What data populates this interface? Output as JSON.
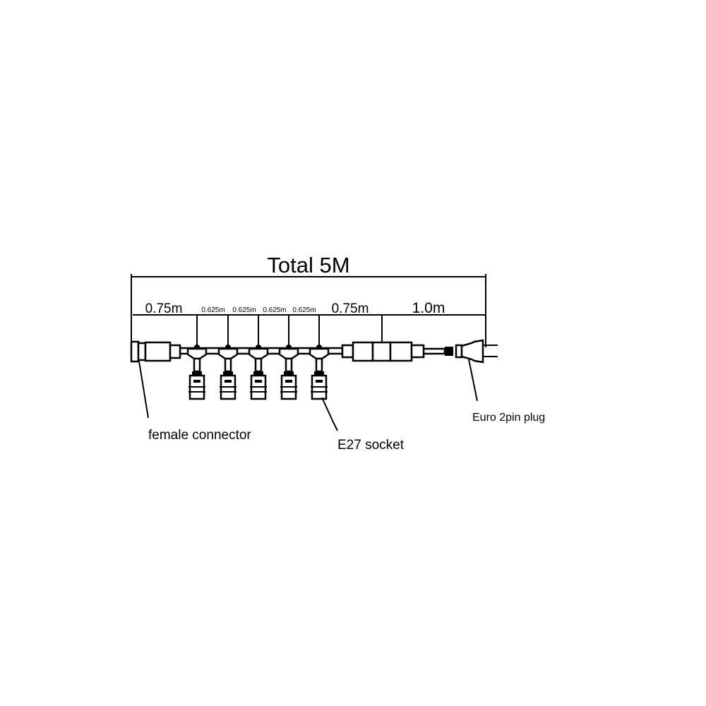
{
  "title": "Total 5M",
  "segments": {
    "first": "0.75m",
    "spacings": [
      "0.625m",
      "0.625m",
      "0.625m",
      "0.625m"
    ],
    "after_sockets": "0.75m",
    "lead": "1.0m"
  },
  "labels": {
    "female_connector": "female connector",
    "socket": "E27 socket",
    "plug": "Euro 2pin plug"
  },
  "socket_count": 5
}
